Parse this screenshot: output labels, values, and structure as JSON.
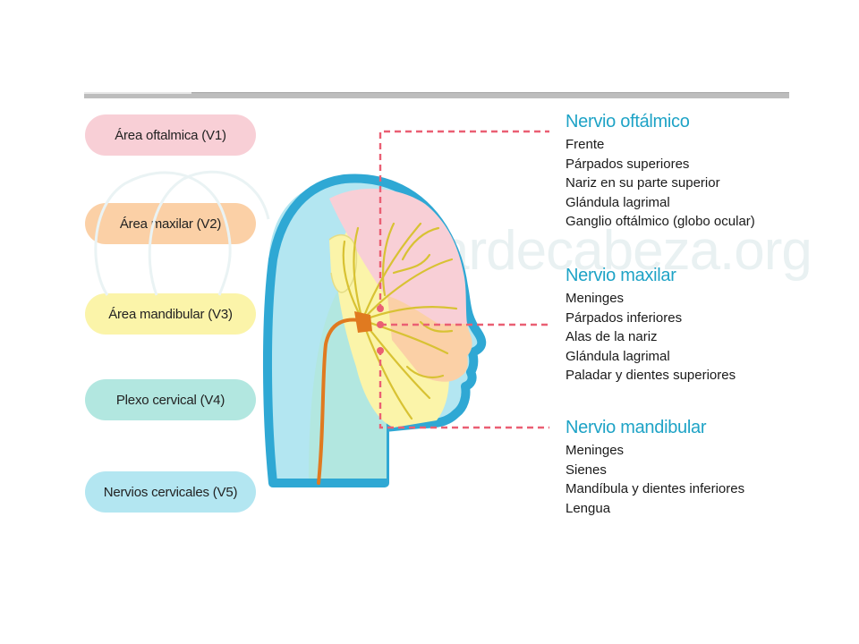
{
  "colors": {
    "pink": "#f8cfd6",
    "orange": "#fbd0a6",
    "yellow": "#fbf4a9",
    "teal": "#b2e7e0",
    "cyan": "#b3e6f1",
    "title_blue": "#1ea3c6",
    "dash_red": "#ea5f73",
    "head_outline": "#2fa8d4",
    "nerve": "#e07a20"
  },
  "areas": [
    {
      "label": "Área oftalmica (V1)",
      "color": "#f8cfd6"
    },
    {
      "label": "Área maxilar (V2)",
      "color": "#fbd0a6"
    },
    {
      "label": "Área mandibular (V3)",
      "color": "#fbf4a9"
    },
    {
      "label": "Plexo cervical (V4)",
      "color": "#b2e7e0"
    },
    {
      "label": "Nervios cervicales (V5)",
      "color": "#b3e6f1"
    }
  ],
  "watermark": "mejorardecabeza.org",
  "nerves": [
    {
      "title": "Nervio oftálmico",
      "items": [
        "Frente",
        "Párpados superiores",
        "Nariz en su parte superior",
        "Glándula lagrimal",
        "Ganglio oftálmico (globo ocular)"
      ]
    },
    {
      "title": "Nervio maxilar",
      "items": [
        "Meninges",
        "Párpados inferiores",
        "Alas de la nariz",
        "Glándula lagrimal",
        "Paladar y dientes superiores"
      ]
    },
    {
      "title": "Nervio mandibular",
      "items": [
        "Meninges",
        "Sienes",
        "Mandíbula y dientes inferiores",
        "Lengua"
      ]
    }
  ]
}
